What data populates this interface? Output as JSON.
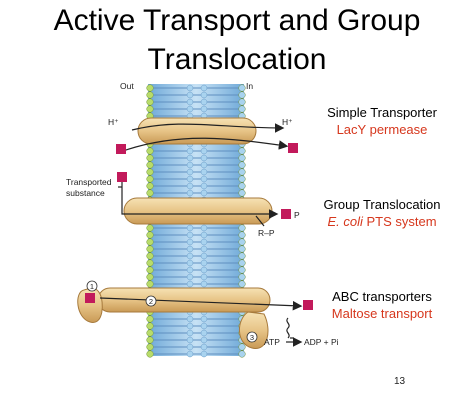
{
  "title": {
    "line1": "Active Transport and Group",
    "line2": "Translocation"
  },
  "diagram": {
    "out_label": "Out",
    "in_label": "In",
    "h_plus_out": "H⁺",
    "h_plus_in": "H⁺",
    "transported_substance_line1": "Transported",
    "transported_substance_line2": "substance",
    "phosphate_label": "P",
    "r_p_label": "R–P",
    "step1": "1",
    "step2": "2",
    "step3": "3",
    "atp_label": "ATP",
    "adp_label": "ADP + Pi"
  },
  "mechanisms": [
    {
      "name": "Simple Transporter",
      "example": "LacY permease"
    },
    {
      "name": "Group Translocation",
      "example_italic": "E. coli",
      "example_rest": " PTS system"
    },
    {
      "name": "ABC transporters",
      "example": "Maltose transport"
    }
  ],
  "page_number": "13",
  "colors": {
    "membrane_core": "#9bc7e8",
    "head_green": "#b8dc6a",
    "protein": "#e9c98b",
    "substance": "#c21a5b",
    "red_text": "#d6371d"
  }
}
